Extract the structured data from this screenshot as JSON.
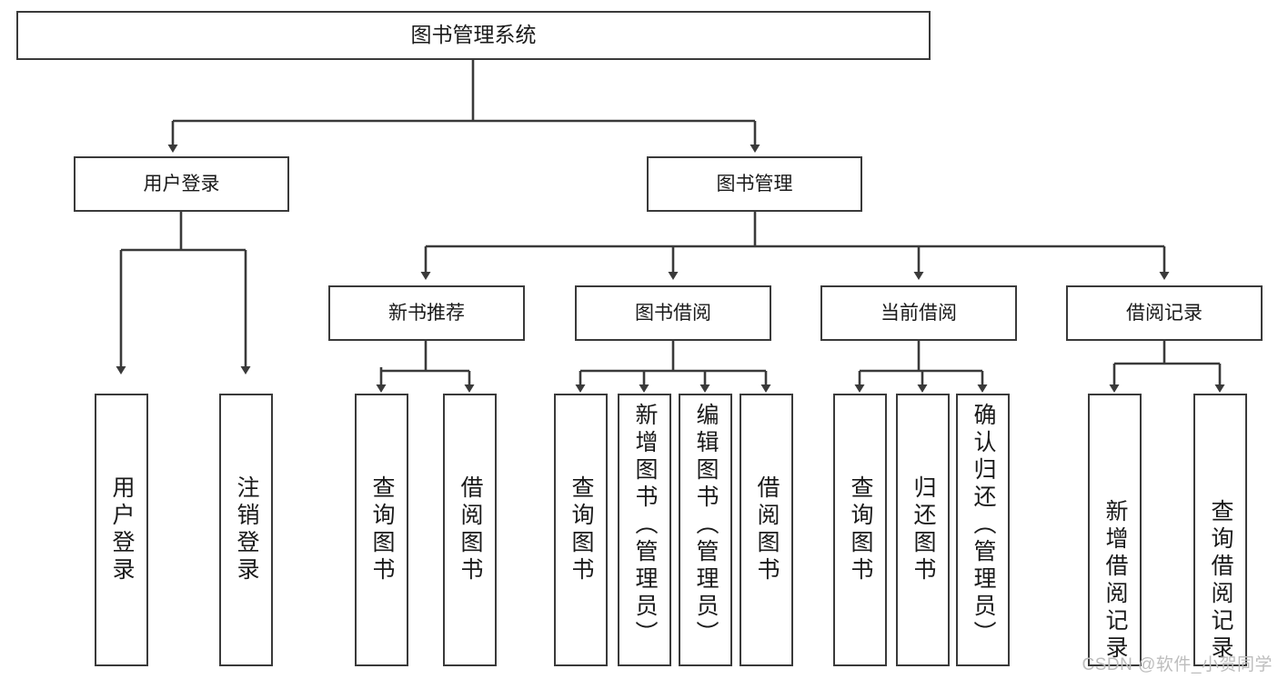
{
  "diagram": {
    "type": "tree-hierarchy",
    "title": "图书管理系统",
    "stroke_color": "#3a3a3a",
    "background_color": "#ffffff",
    "text_color": "#1a1a1a",
    "levels": 4,
    "root": {
      "label": "图书管理系统",
      "children": [
        {
          "label": "用户登录",
          "children": [
            {
              "label": "用户登录"
            },
            {
              "label": "注销登录"
            }
          ]
        },
        {
          "label": "图书管理",
          "children": [
            {
              "label": "新书推荐",
              "children": [
                {
                  "label": "查询图书"
                },
                {
                  "label": "借阅图书"
                }
              ]
            },
            {
              "label": "图书借阅",
              "children": [
                {
                  "label": "查询图书"
                },
                {
                  "label": "新增图书（管理员）"
                },
                {
                  "label": "编辑图书（管理员）"
                },
                {
                  "label": "借阅图书"
                }
              ]
            },
            {
              "label": "当前借阅",
              "children": [
                {
                  "label": "查询图书"
                },
                {
                  "label": "归还图书"
                },
                {
                  "label": "确认归还（管理员）"
                }
              ]
            },
            {
              "label": "借阅记录",
              "children": [
                {
                  "label": "新增借阅记录"
                },
                {
                  "label": "查询借阅记录"
                }
              ]
            }
          ]
        }
      ]
    }
  },
  "nodes": {
    "root": "图书管理系统",
    "user_login": "用户登录",
    "book_manage": "图书管理",
    "new_book_rec": "新书推荐",
    "book_borrow": "图书借阅",
    "current_borrow": "当前借阅",
    "borrow_record": "借阅记录",
    "leaf_user_login": "用户登录",
    "leaf_logout": "注销登录",
    "leaf_query_book_1": "查询图书",
    "leaf_borrow_book_1": "借阅图书",
    "leaf_query_book_2": "查询图书",
    "leaf_add_book_admin": "新增图书（管理员）",
    "leaf_edit_book_admin": "编辑图书（管理员）",
    "leaf_borrow_book_2": "借阅图书",
    "leaf_query_book_3": "查询图书",
    "leaf_return_book": "归还图书",
    "leaf_confirm_return_admin": "确认归还（管理员）",
    "leaf_add_record": "新增借阅记录",
    "leaf_query_record": "查询借阅记录"
  },
  "watermark": {
    "text": "CSDN @软件_小贺同学"
  }
}
